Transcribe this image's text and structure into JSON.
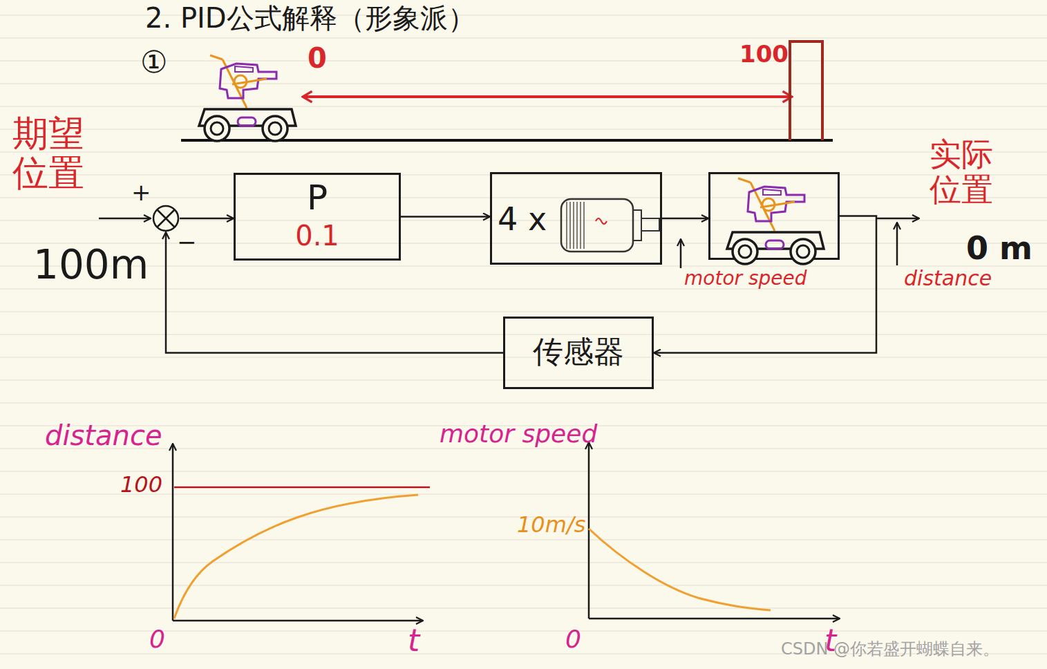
{
  "diagram": {
    "title": "2. PID公式解释（形象派）",
    "nodes": [
      {
        "text": [
          "+",
          "−"
        ]
      },
      {
        "text": [
          "P",
          "0.1"
        ]
      },
      {
        "text": [
          "4 x"
        ]
      },
      {
        "text": []
      },
      {
        "text": [
          "传感器"
        ]
      }
    ],
    "edges": [
      {
        "from": 0,
        "to": 1,
        "arrow": "to"
      },
      {
        "from": 1,
        "to": 2,
        "arrow": "to"
      },
      {
        "from": 2,
        "to": 3,
        "arrow": "to",
        "label": "motor speed"
      },
      {
        "from": 3,
        "to": 4,
        "arrow": "to"
      },
      {
        "from": 4,
        "to": 0,
        "arrow": "to"
      }
    ],
    "labels": [
      "①",
      "0",
      "100",
      "期望位置",
      "100m",
      "实际位置",
      "0 m",
      "distance",
      "distance",
      "100",
      "0",
      "t",
      "motor speed",
      "10m/s",
      "0",
      "t",
      "CSDN @你若盛开蝴蝶自来。"
    ]
  }
}
